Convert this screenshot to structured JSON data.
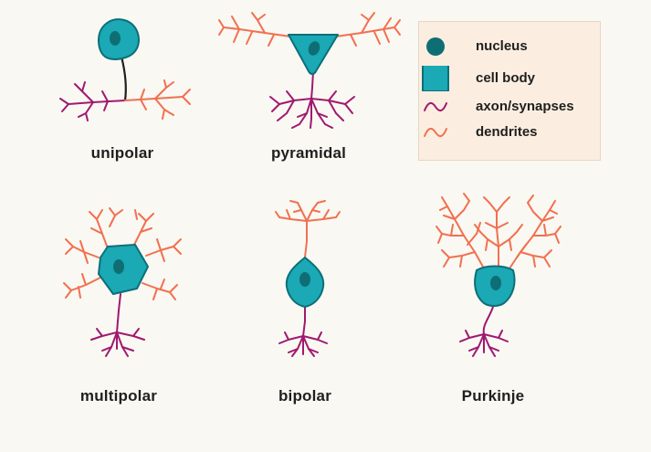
{
  "neurons": {
    "unipolar": "unipolar",
    "pyramidal": "pyramidal",
    "multipolar": "multipolar",
    "bipolar": "bipolar",
    "purkinje": "Purkinje"
  },
  "legend": {
    "nucleus": "nucleus",
    "cell_body": "cell body",
    "axon": "axon/synapses",
    "dendrites": "dendrites"
  },
  "colors": {
    "cell_body_fill": "#1aa9b5",
    "cell_body_stroke": "#0d6f78",
    "nucleus": "#0f6e74",
    "axon": "#a0196f",
    "dendrite": "#f2704f",
    "stalk": "#1f1f1f",
    "legend_bg": "#fbeee0"
  }
}
